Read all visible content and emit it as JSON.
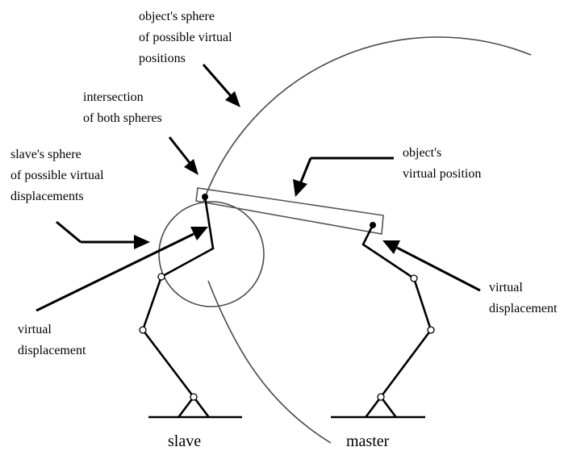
{
  "labels": {
    "object_sphere": [
      "object's sphere",
      "of possible virtual",
      "positions"
    ],
    "intersection": [
      "intersection",
      "of both spheres"
    ],
    "slave_sphere": [
      "slave's sphere",
      "of possible virtual",
      "displacements"
    ],
    "object_position": [
      "object's",
      "virtual position"
    ],
    "virtual_displacement_left": [
      "virtual",
      "displacement"
    ],
    "virtual_displacement_right": [
      "virtual",
      "displacement"
    ],
    "slave": "slave",
    "master": "master"
  },
  "colors": {
    "ink": "#000000",
    "sphere_stroke": "#4a4a4a",
    "object_stroke": "#555555",
    "background": "#ffffff"
  }
}
